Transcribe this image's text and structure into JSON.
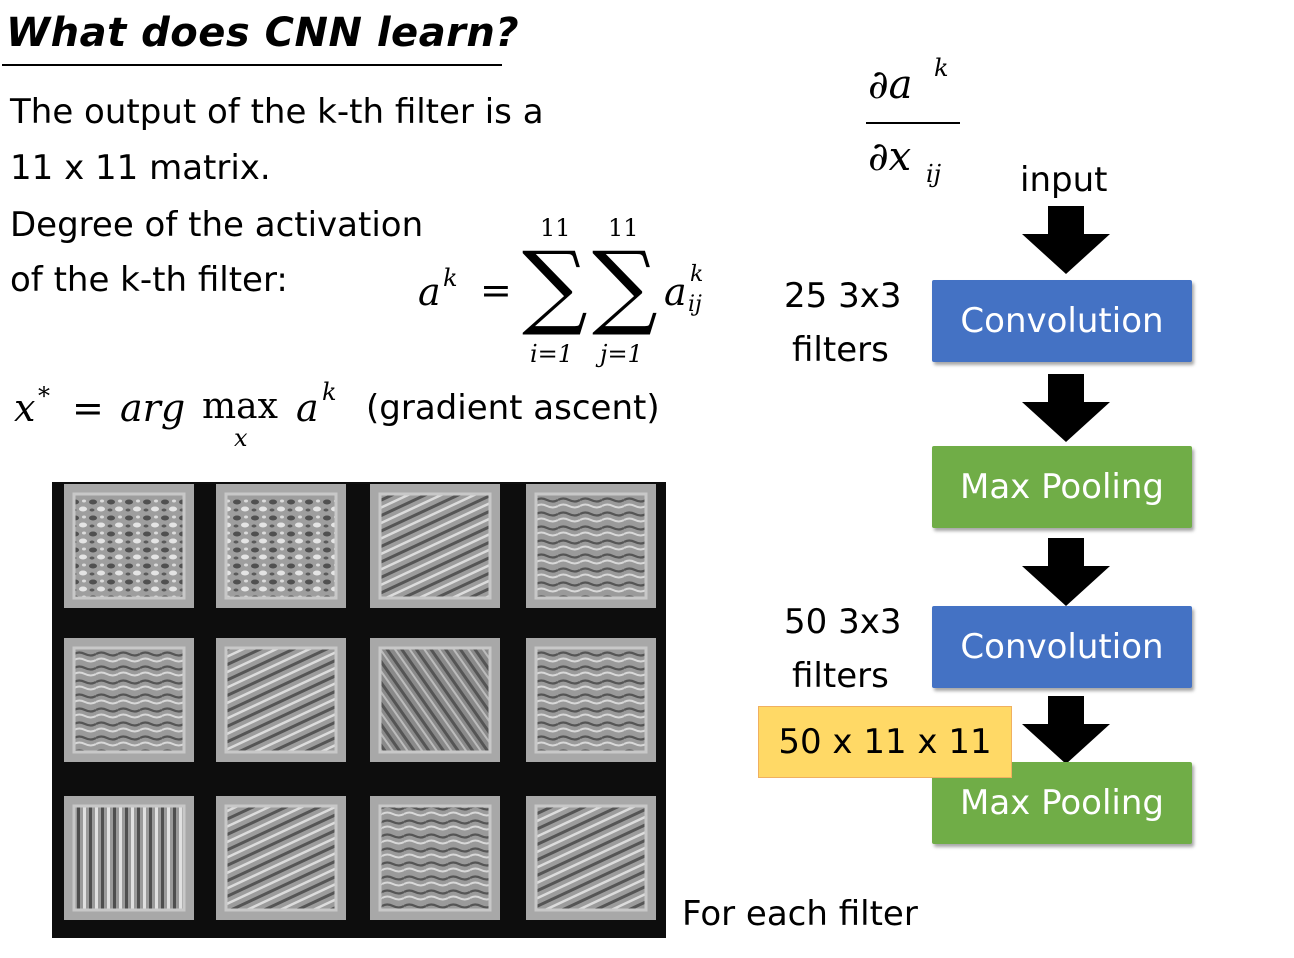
{
  "title": "What does CNN learn?",
  "text": {
    "line1": "The output of the k-th filter is a",
    "line2": "11 x 11 matrix.",
    "line3": "Degree of the activation",
    "line4": "of the k-th filter:",
    "gradient_ascent": "(gradient ascent)",
    "for_each_filter": "For each filter"
  },
  "formula": {
    "sum_upper_1": "11",
    "sum_upper_2": "11",
    "sum_lower_i": "i=1",
    "sum_lower_j": "j=1",
    "lhs": "a",
    "lhs_sup": "k",
    "eq": "=",
    "sigma": "∑",
    "term": "a",
    "term_sup": "k",
    "term_sub": "ij",
    "x_star": "x",
    "star": "*",
    "argmax_eq": "=",
    "arg": "arg",
    "max": "max",
    "max_sub": "x",
    "argmax_a": "a",
    "argmax_sup": "k",
    "partial_num": "∂a",
    "partial_num_sup": "k",
    "partial_den": "∂x",
    "partial_den_sub": "ij"
  },
  "flow": {
    "input_label": "input",
    "conv1_label": "Convolution",
    "conv1_filters_line1": "25 3x3",
    "conv1_filters_line2": "filters",
    "pool1_label": "Max Pooling",
    "conv2_label": "Convolution",
    "conv2_filters_line1": "50 3x3",
    "conv2_filters_line2": "filters",
    "output_shape": "50 x 11 x 11",
    "pool2_label": "Max Pooling"
  },
  "colors": {
    "convolution": "#4472c4",
    "max_pooling": "#70ad47",
    "shape_note": "#ffd966",
    "arrow": "#000000"
  },
  "filter_grid": {
    "rows": 3,
    "cols": 4,
    "tiles": [
      {
        "pattern": "blobs"
      },
      {
        "pattern": "blobs"
      },
      {
        "pattern": "diagonal"
      },
      {
        "pattern": "horizontal"
      },
      {
        "pattern": "horizontal"
      },
      {
        "pattern": "diagonal"
      },
      {
        "pattern": "diagonal-dark"
      },
      {
        "pattern": "horizontal"
      },
      {
        "pattern": "vertical"
      },
      {
        "pattern": "diagonal"
      },
      {
        "pattern": "horizontal"
      },
      {
        "pattern": "diagonal"
      }
    ]
  }
}
